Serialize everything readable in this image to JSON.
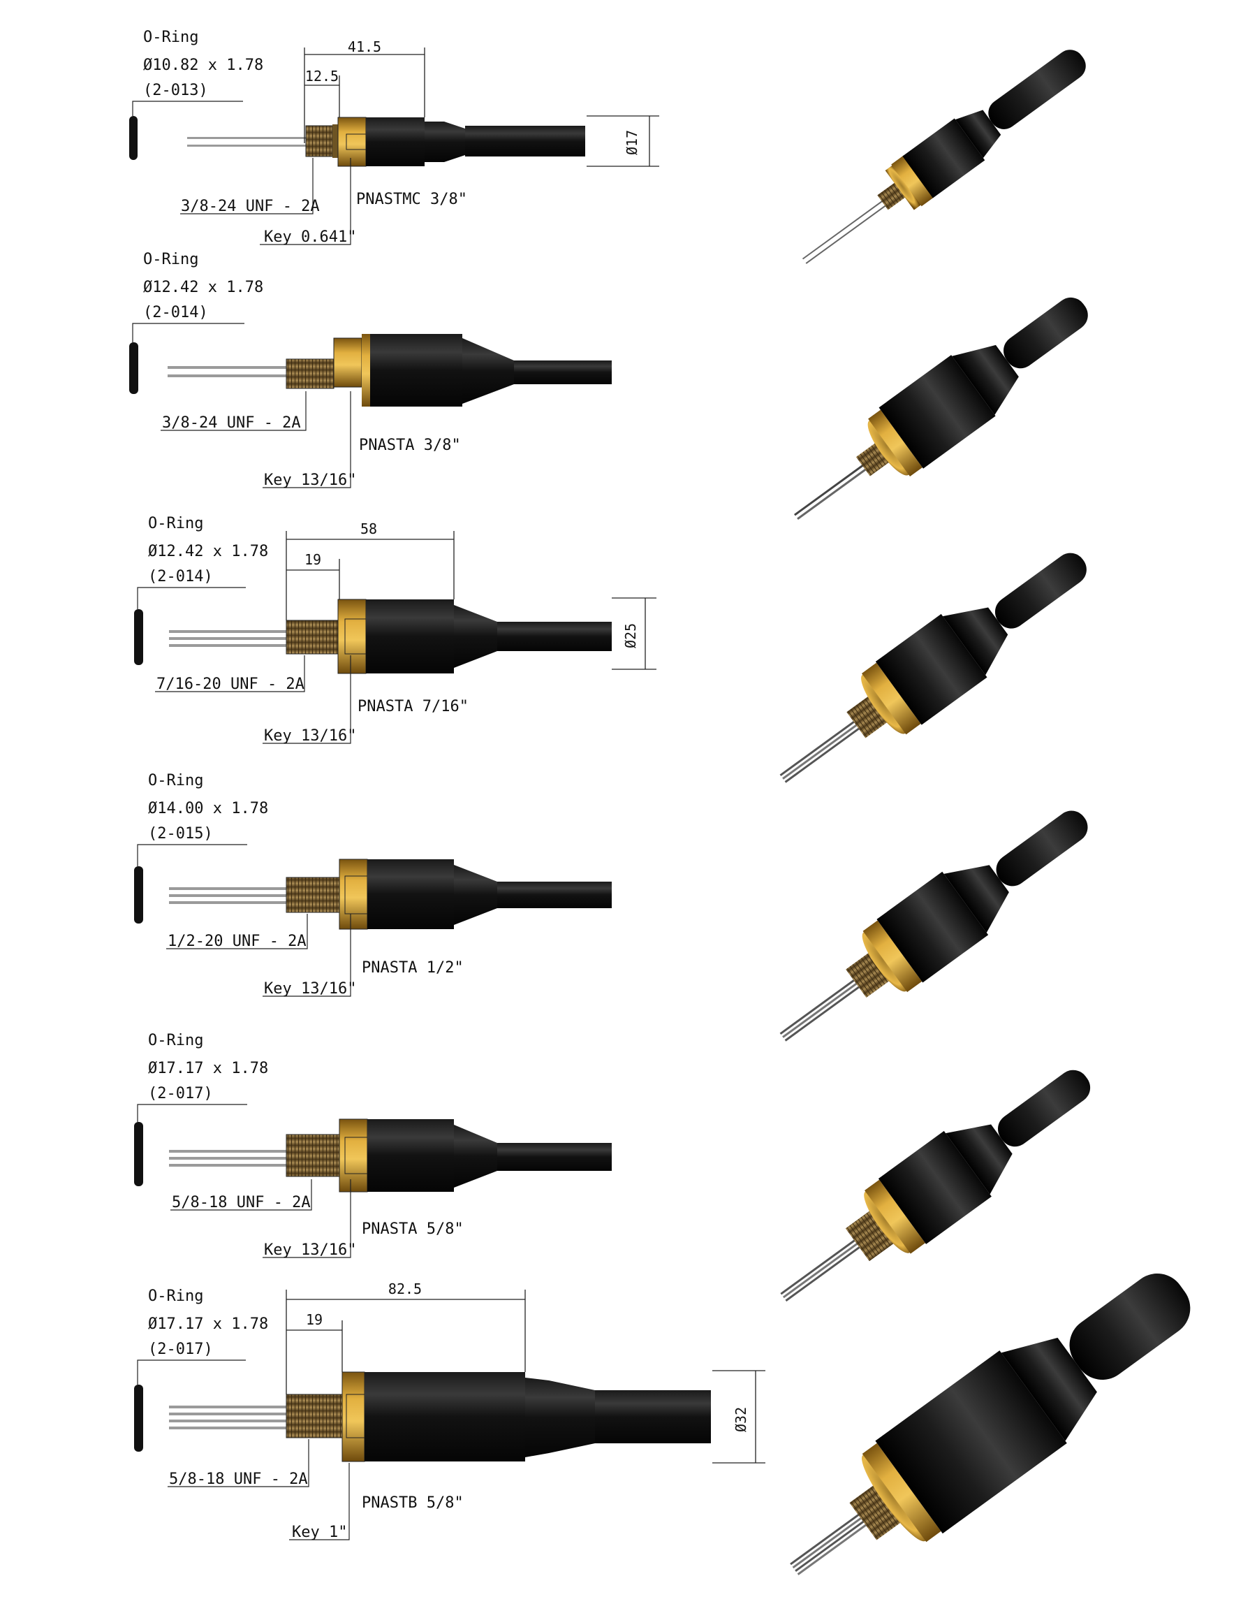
{
  "colors": {
    "body": "#0f0f0f",
    "brass": "#d4a02c",
    "brass_dark": "#8a6418",
    "thread": "#8b7040",
    "wire": "#9a9a9a",
    "line": "#222222"
  },
  "connectors": [
    {
      "id": "pnastmc-3-8",
      "oring_title": "O-Ring",
      "oring_size": "Ø10.82 x 1.78",
      "oring_code": "(2-013)",
      "thread": "3/8-24 UNF - 2A",
      "model": "PNASTMC 3/8\"",
      "key": "Key 0.641\"",
      "dim_overall": "41.5",
      "dim_short": "12.5",
      "dim_diameter": "Ø17"
    },
    {
      "id": "pnasta-3-8",
      "oring_title": "O-Ring",
      "oring_size": "Ø12.42 x 1.78",
      "oring_code": "(2-014)",
      "thread": "3/8-24 UNF - 2A",
      "model": "PNASTA 3/8\"",
      "key": "Key 13/16\""
    },
    {
      "id": "pnasta-7-16",
      "oring_title": "O-Ring",
      "oring_size": "Ø12.42 x 1.78",
      "oring_code": "(2-014)",
      "thread": "7/16-20 UNF - 2A",
      "model": "PNASTA 7/16\"",
      "key": "Key 13/16\"",
      "dim_overall": "58",
      "dim_short": "19",
      "dim_diameter": "Ø25"
    },
    {
      "id": "pnasta-1-2",
      "oring_title": "O-Ring",
      "oring_size": "Ø14.00 x 1.78",
      "oring_code": "(2-015)",
      "thread": "1/2-20 UNF - 2A",
      "model": "PNASTA 1/2\"",
      "key": "Key 13/16\""
    },
    {
      "id": "pnasta-5-8",
      "oring_title": "O-Ring",
      "oring_size": "Ø17.17 x 1.78",
      "oring_code": "(2-017)",
      "thread": "5/8-18 UNF - 2A",
      "model": "PNASTA 5/8\"",
      "key": "Key 13/16\""
    },
    {
      "id": "pnastb-5-8",
      "oring_title": "O-Ring",
      "oring_size": "Ø17.17 x 1.78",
      "oring_code": "(2-017)",
      "thread": "5/8-18 UNF - 2A",
      "model": "PNASTB 5/8\"",
      "key": "Key 1\"",
      "dim_overall": "82.5",
      "dim_short": "19",
      "dim_diameter": "Ø32"
    }
  ]
}
